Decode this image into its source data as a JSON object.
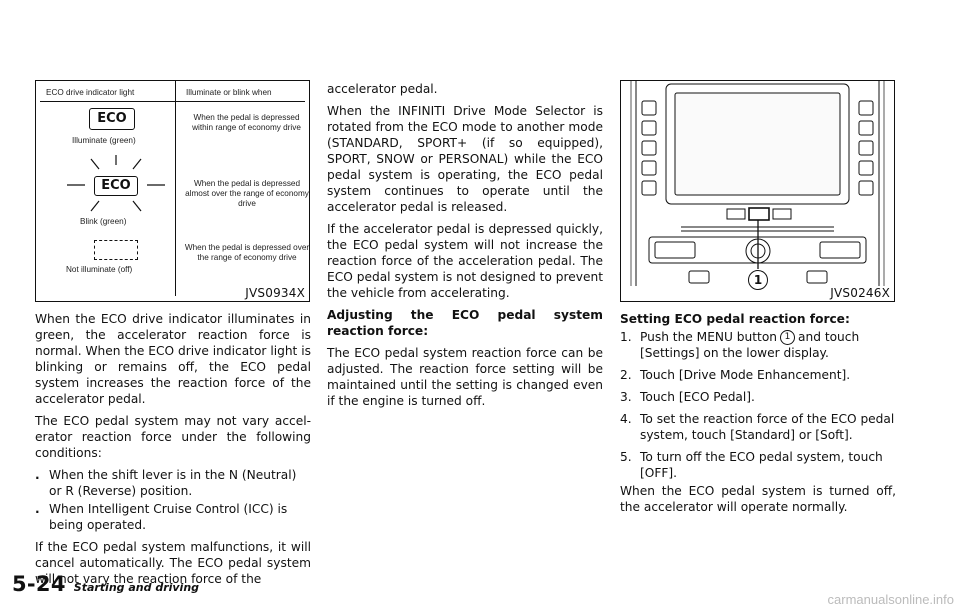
{
  "figure1": {
    "col_header_left": "ECO drive indicator light",
    "col_header_right": "Illuminate or blink when",
    "rows": [
      {
        "icon_text": "ECO",
        "state": "Illuminate (green)",
        "description": "When the pedal is depressed within range of economy drive"
      },
      {
        "icon_text": "ECO",
        "state": "Blink (green)",
        "description": "When the pedal is depressed almost over the range of economy drive"
      },
      {
        "icon_text": "",
        "state": "Not illuminate (off)",
        "description": "When the pedal is depressed over the range of economy drive"
      }
    ],
    "id": "JVS0934X"
  },
  "left_text": {
    "p1": "When the ECO drive indicator illuminates in green, the accelerator reaction force is normal. When the ECO drive indicator light is blinking or remains off, the ECO pedal system increases the reaction force of the accelerator pedal.",
    "p2": "The ECO pedal system may not vary accel-erator reaction force under the following conditions:",
    "bullets": [
      "When the shift lever is in the N (Neutral) or R (Reverse) position.",
      "When Intelligent Cruise Control (ICC) is being operated."
    ],
    "p3": "If the ECO pedal system malfunctions, it will cancel automatically. The ECO pedal system will not vary the reaction force of the"
  },
  "mid_text": {
    "p1": "accelerator pedal.",
    "p2": "When the INFINITI Drive Mode Selector is rotated from the ECO mode to another mode (STANDARD, SPORT+ (if so equipped), SPORT, SNOW or PERSONAL) while the ECO pedal system is operating, the ECO pedal system continues to operate until the accelerator pedal is released.",
    "p3": "If the accelerator pedal is depressed quickly, the ECO pedal system will not increase the reaction force of the acceleration pedal. The ECO pedal system is not designed to prevent the vehicle from accelerating.",
    "heading": "Adjusting the ECO pedal system reaction force:",
    "p4": "The ECO pedal system reaction force can be adjusted. The reaction force setting will be maintained until the setting is changed even if the engine is turned off."
  },
  "figure2": {
    "callout": "1",
    "id": "JVS0246X"
  },
  "right_text": {
    "heading": "Setting ECO pedal reaction force:",
    "step1_a": "Push the MENU button",
    "step1_circle": "1",
    "step1_b": "and touch [Settings] on the lower display.",
    "steps": [
      {
        "n": "2.",
        "text": "Touch [Drive Mode Enhancement]."
      },
      {
        "n": "3.",
        "text": "Touch [ECO Pedal]."
      },
      {
        "n": "4.",
        "text": "To set the reaction force of the ECO pedal system, touch [Standard] or [Soft]."
      },
      {
        "n": "5.",
        "text": "To turn off the ECO pedal system, touch [OFF]."
      }
    ],
    "step1_n": "1.",
    "closing": "When the ECO pedal system is turned off, the accelerator will operate normally."
  },
  "footer": {
    "page": "5-24",
    "section": "Starting and driving",
    "watermark": "carmanualsonline.info"
  }
}
